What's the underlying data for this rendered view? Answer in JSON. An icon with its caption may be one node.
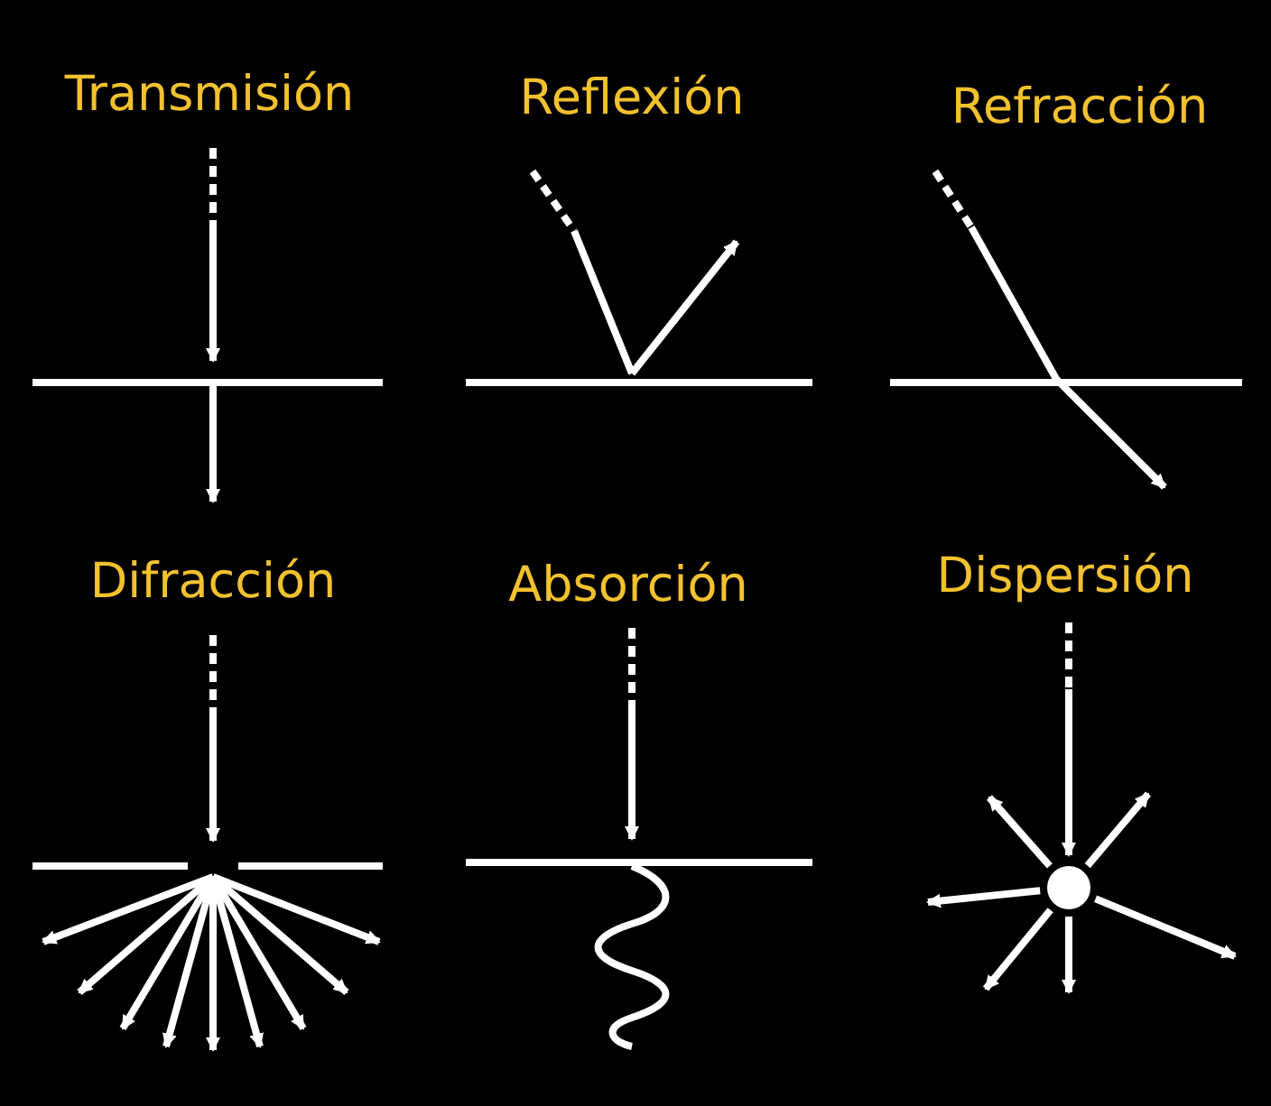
{
  "diagram": {
    "labels": [
      "Transmisión",
      "Reflexión",
      "Refracción",
      "Difracción",
      "Absorción",
      "Dispersión"
    ]
  }
}
